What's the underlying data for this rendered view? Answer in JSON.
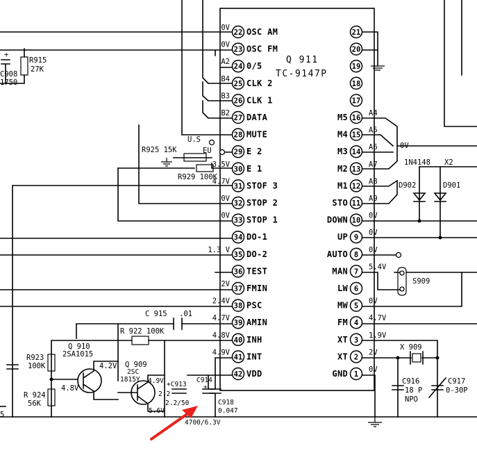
{
  "ic": {
    "ref": "Q 911",
    "part": "TC-9147P",
    "left_pins": [
      {
        "n": "22",
        "label": "OSC AM",
        "v": "0V"
      },
      {
        "n": "23",
        "label": "OSC FM",
        "v": "0V"
      },
      {
        "n": "24",
        "label": "0/5",
        "v": "A2"
      },
      {
        "n": "25",
        "label": "CLK 2",
        "v": "B4"
      },
      {
        "n": "26",
        "label": "CLK 1",
        "v": "B3"
      },
      {
        "n": "27",
        "label": "DATA",
        "v": "B2"
      },
      {
        "n": "28",
        "label": "MUTE",
        "v": ""
      },
      {
        "n": "29",
        "label": "E 2",
        "v": ""
      },
      {
        "n": "30",
        "label": "E 1",
        "v": "3.5V"
      },
      {
        "n": "31",
        "label": "STOF 3",
        "v": "4.7V"
      },
      {
        "n": "32",
        "label": "STOP 2",
        "v": "0V"
      },
      {
        "n": "33",
        "label": "STOP 1",
        "v": "0V"
      },
      {
        "n": "34",
        "label": "DO-1",
        "v": ""
      },
      {
        "n": "35",
        "label": "DO-2",
        "v": "1.3 V"
      },
      {
        "n": "36",
        "label": "TEST",
        "v": ""
      },
      {
        "n": "37",
        "label": "FMIN",
        "v": "2V"
      },
      {
        "n": "38",
        "label": "PSC",
        "v": "2.4V"
      },
      {
        "n": "39",
        "label": "AMIN",
        "v": "4.7V"
      },
      {
        "n": "40",
        "label": "INH",
        "v": "4.8V"
      },
      {
        "n": "41",
        "label": "INT",
        "v": "4.9V"
      },
      {
        "n": "42",
        "label": "VDD",
        "v": ""
      }
    ],
    "right_pins": [
      {
        "n": "21",
        "label": "",
        "v": ""
      },
      {
        "n": "20",
        "label": "",
        "v": ""
      },
      {
        "n": "19",
        "label": "",
        "v": ""
      },
      {
        "n": "18",
        "label": "",
        "v": ""
      },
      {
        "n": "17",
        "label": "",
        "v": ""
      },
      {
        "n": "16",
        "label": "M5",
        "v": "A4"
      },
      {
        "n": "15",
        "label": "M4",
        "v": "A5"
      },
      {
        "n": "14",
        "label": "M3",
        "v": "A6"
      },
      {
        "n": "13",
        "label": "M2",
        "v": "A7"
      },
      {
        "n": "12",
        "label": "M1",
        "v": "A8"
      },
      {
        "n": "11",
        "label": "STO",
        "v": "A9"
      },
      {
        "n": "10",
        "label": "DOWN",
        "v": "0V"
      },
      {
        "n": "9",
        "label": "UP",
        "v": "0V"
      },
      {
        "n": "8",
        "label": "AUTO",
        "v": "0V"
      },
      {
        "n": "7",
        "label": "MAN",
        "v": "5.4V"
      },
      {
        "n": "6",
        "label": "LW",
        "v": ""
      },
      {
        "n": "5",
        "label": "MW",
        "v": "0V"
      },
      {
        "n": "4",
        "label": "FM",
        "v": "4.7V"
      },
      {
        "n": "3",
        "label": "XT",
        "v": "1.9V"
      },
      {
        "n": "2",
        "label": "XT",
        "v": "2V"
      },
      {
        "n": "1",
        "label": "GND",
        "v": "0V"
      }
    ]
  },
  "labels": {
    "r915": "R915",
    "r915_val": "27K",
    "c908": "C908",
    "c908_val": "1750",
    "plus": "+",
    "us": "U.S",
    "r925": "R925 15K",
    "eu": "EU",
    "r929": "R929 100K",
    "ov_m": "0V",
    "in4148": "1N4148",
    "x2": "X2",
    "d902": "D902",
    "d901": "D901",
    "s909": "S909",
    "c915": "C 915",
    "c915_val": ".01",
    "r922": "R 922 100K",
    "q910": "Q 910",
    "q910_part": "2SA1015",
    "q910_v": "4.2V",
    "q910_vb": "4.8V",
    "r923": "R923",
    "r923_val": "100K",
    "r924": "R 924",
    "r924_val": "56K",
    "q909": "Q 909",
    "q909_part": "2SC",
    "q909_part2": "1815Y",
    "q909_vc": "4.9V",
    "q909_ve": "5.6V",
    "c913": "+C913",
    "c913_v1": "2.2",
    "c913_v2": "2.2/50",
    "c914": "C914",
    "c914_plus": "+",
    "c914_val": "4700/6.3V",
    "c918": "C918",
    "c918_val": "0.047",
    "x909": "X 909",
    "c916": "C916",
    "c916_val": "18 P",
    "c916_type": "NPO",
    "c917": "C917",
    "c917_val": "0-30P",
    "s5": "5"
  },
  "colors": {
    "ink": "#000000",
    "paper": "#ffffff",
    "arrow": "#e8231e"
  }
}
